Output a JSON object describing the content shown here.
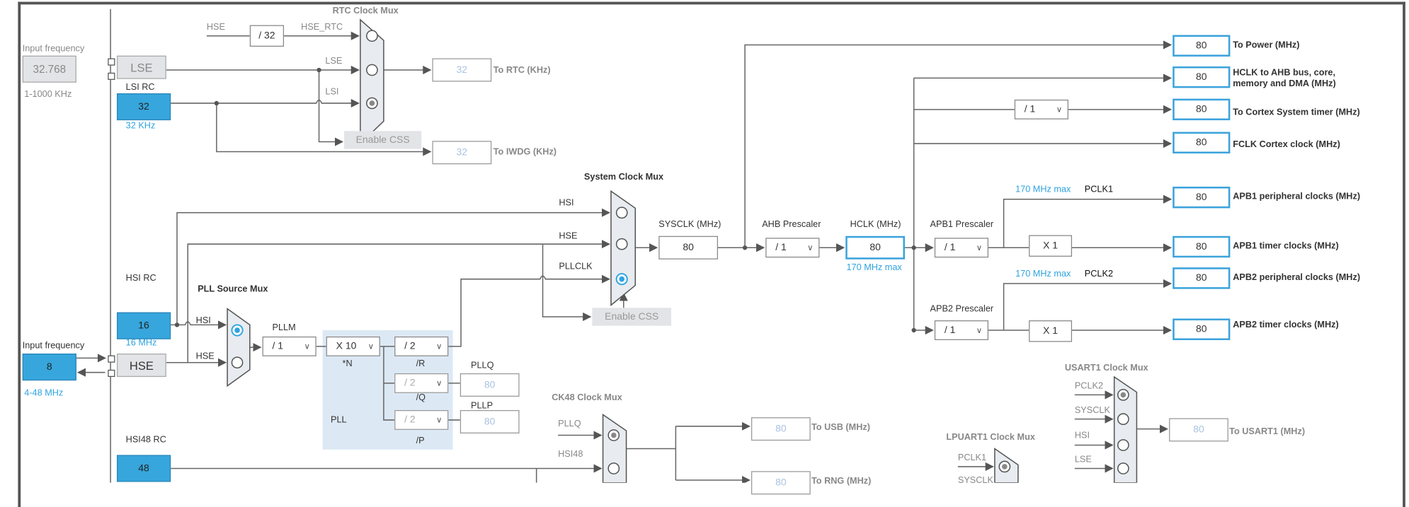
{
  "colors": {
    "accent": "#36a6dc",
    "border_blue": "#3ba3dc",
    "wire": "#555555",
    "muted": "#888888",
    "pll_bg": "#dce9f5"
  },
  "lse": {
    "input_label": "Input frequency",
    "input_value": "32.768",
    "range": "1-1000 KHz",
    "box": "LSE"
  },
  "lsi": {
    "title": "LSI RC",
    "value": "32",
    "unit": "32 KHz"
  },
  "rtc": {
    "title": "RTC Clock Mux",
    "hse": "HSE",
    "div": "/ 32",
    "hse_rtc": "HSE_RTC",
    "lse": "LSE",
    "lsi": "LSI",
    "enable_css": "Enable CSS",
    "out_value": "32",
    "out_label": "To RTC (KHz)",
    "iwdg_value": "32",
    "iwdg_label": "To IWDG (KHz)"
  },
  "sysmux": {
    "title": "System Clock Mux",
    "hsi": "HSI",
    "hse": "HSE",
    "pllclk": "PLLCLK",
    "enable_css": "Enable CSS"
  },
  "sysclk": {
    "label": "SYSCLK (MHz)",
    "value": "80"
  },
  "ahb": {
    "label": "AHB Prescaler",
    "value": "/ 1"
  },
  "hclk": {
    "label": "HCLK (MHz)",
    "value": "80",
    "max": "170 MHz max"
  },
  "outputs": [
    {
      "value": "80",
      "label": "To Power (MHz)"
    },
    {
      "value": "80",
      "label": "HCLK to AHB bus, core, memory and DMA (MHz)"
    },
    {
      "value": "80",
      "label": "To Cortex System timer (MHz)"
    },
    {
      "value": "80",
      "label": "FCLK Cortex clock (MHz)"
    },
    {
      "value": "80",
      "label": "APB1 peripheral clocks (MHz)"
    },
    {
      "value": "80",
      "label": "APB1 timer clocks (MHz)"
    },
    {
      "value": "80",
      "label": "APB2 peripheral clocks (MHz)"
    },
    {
      "value": "80",
      "label": "APB2 timer clocks (MHz)"
    }
  ],
  "cortex_div": "/ 1",
  "apb1": {
    "label": "APB1 Prescaler",
    "value": "/ 1",
    "mult": "X 1",
    "max": "170 MHz max",
    "pclk": "PCLK1"
  },
  "apb2": {
    "label": "APB2 Prescaler",
    "value": "/ 1",
    "mult": "X 1",
    "max": "170 MHz max",
    "pclk": "PCLK2"
  },
  "hsi": {
    "title": "HSI RC",
    "value": "16",
    "unit": "16 MHz"
  },
  "hse": {
    "input_label": "Input frequency",
    "value": "8",
    "range": "4-48 MHz",
    "box": "HSE"
  },
  "pllsrc": {
    "title": "PLL Source Mux",
    "hsi": "HSI",
    "hse": "HSE"
  },
  "pll": {
    "pllm_label": "PLLM",
    "pllm": "/ 1",
    "n": "X 10",
    "n_label": "*N",
    "r": "/ 2",
    "r_label": "/R",
    "q": "/ 2",
    "q_label": "/Q",
    "p": "/ 2",
    "p_label": "/P",
    "pll_label": "PLL",
    "pllq_label": "PLLQ",
    "pllq": "80",
    "pllp_label": "PLLP",
    "pllp": "80"
  },
  "hsi48": {
    "title": "HSI48 RC",
    "value": "48"
  },
  "ck48": {
    "title": "CK48 Clock Mux",
    "pllq": "PLLQ",
    "hsi48": "HSI48",
    "usb_value": "80",
    "usb_label": "To USB (MHz)",
    "rng_value": "80",
    "rng_label": "To RNG (MHz)"
  },
  "usart1": {
    "title": "USART1 Clock Mux",
    "inputs": [
      "PCLK2",
      "SYSCLK",
      "HSI",
      "LSE"
    ],
    "value": "80",
    "label": "To USART1 (MHz)"
  },
  "lpuart1": {
    "title": "LPUART1 Clock Mux",
    "inputs": [
      "PCLK1",
      "SYSCLK"
    ]
  }
}
